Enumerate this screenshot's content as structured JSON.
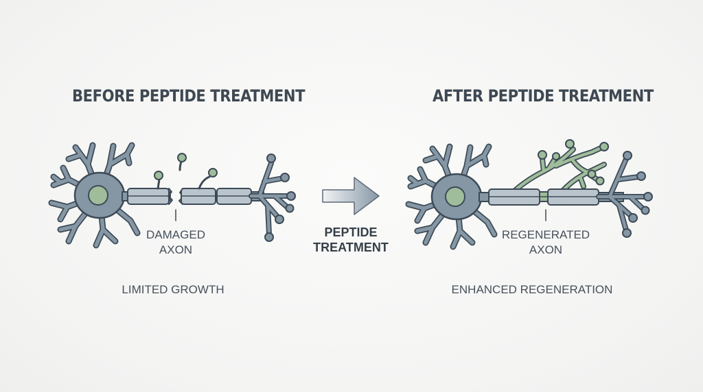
{
  "before": {
    "title": "BEFORE PEPTIDE TREATMENT",
    "axon_label_line1": "DAMAGED",
    "axon_label_line2": "AXON",
    "caption": "LIMITED GROWTH"
  },
  "treatment": {
    "label_line1": "PEPTIDE",
    "label_line2": "TREATMENT"
  },
  "after": {
    "title": "AFTER PEPTIDE TREATMENT",
    "axon_label_line1": "REGENERATED",
    "axon_label_line2": "AXON",
    "caption": "ENHANCED REGENERATION"
  },
  "colors": {
    "neuron_fill": "#8597a5",
    "neuron_outline": "#3d4a56",
    "nucleus": "#9fbd9a",
    "sheath_fill": "#b9c4cd",
    "sprout": "#9fbd9a",
    "arrow": "#8a9aa6"
  }
}
